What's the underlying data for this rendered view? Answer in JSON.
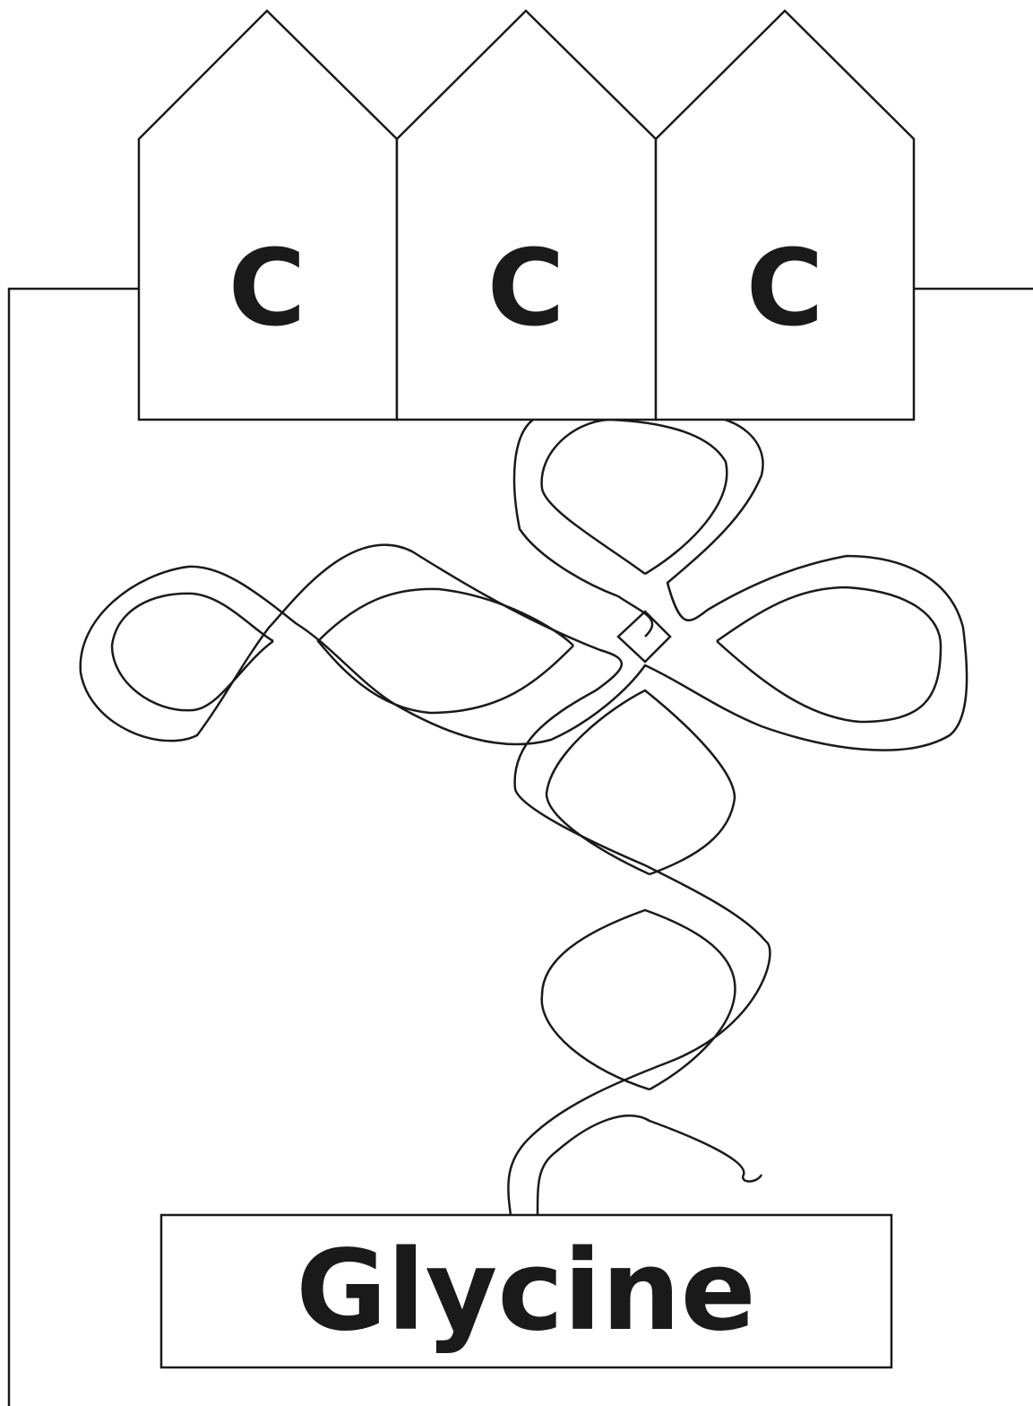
{
  "codon": {
    "bases": [
      "C",
      "C",
      "C"
    ]
  },
  "amino_acid": {
    "name": "Glycine"
  },
  "colors": {
    "stroke": "#1a1a1a",
    "fill": "#ffffff",
    "text": "#1a1a1a"
  }
}
